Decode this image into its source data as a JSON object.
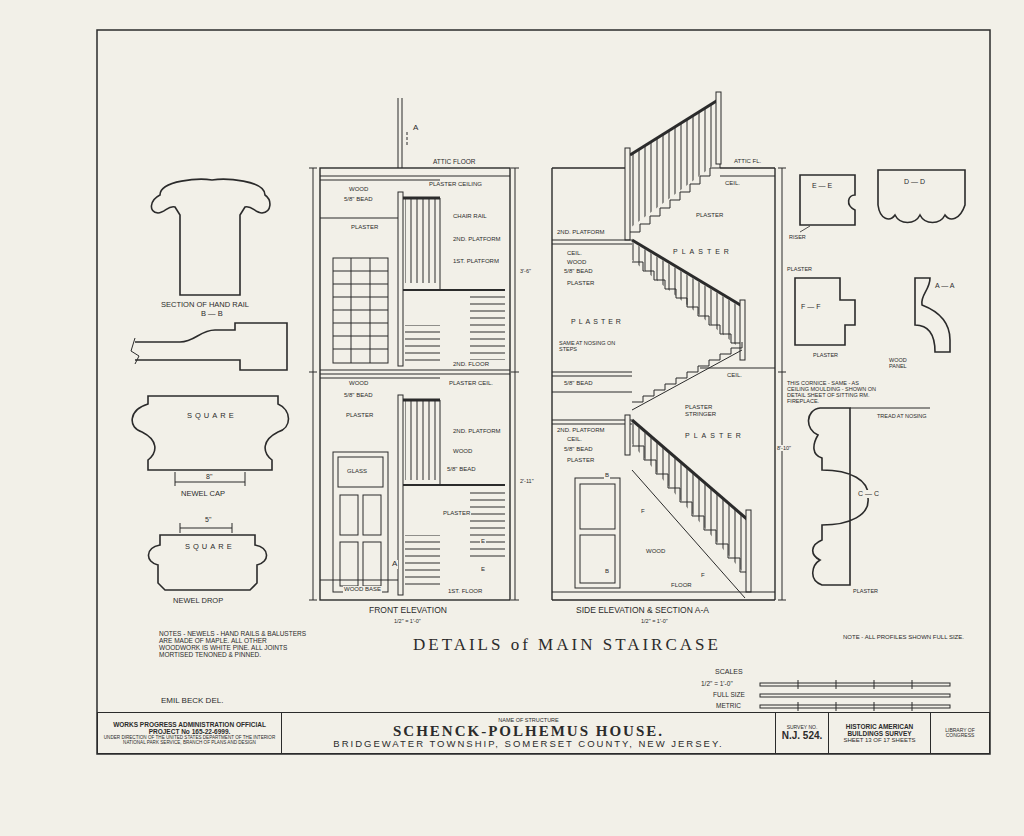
{
  "diagram": {
    "title": "DETAILS of MAIN STAIRCASE",
    "nodes": [
      {
        "text": [
          "WORKS PROGRESS ADMINISTRATION OFFICIAL PROJECT No 165-22-6999.",
          "UNDER DIRECTION OF THE UNITED STATES DEPARTMENT OF THE INTERIOR NATIONAL PARK SERVICE, BRANCH OF PLANS AND DESIGN"
        ]
      },
      {
        "text": [
          "NAME OF STRUCTURE",
          "SCHENCK-POLHEMUS HOUSE.",
          "BRIDGEWATER TOWNSHIP, SOMERSET COUNTY, NEW JERSEY."
        ]
      },
      {
        "text": [
          "SURVEY NO.",
          "N.J. 524."
        ]
      },
      {
        "text": [
          "HISTORIC AMERICAN BUILDINGS SURVEY",
          "SHEET 13 OF 17 SHEETS"
        ]
      },
      {
        "text": [
          "LIBRARY OF CONGRESS"
        ]
      }
    ],
    "labels": [
      "SECTION OF HAND RAIL",
      "B — B",
      "SQUARE",
      "8\"",
      "NEWEL CAP",
      "5\"",
      "SQUARE",
      "NEWEL DROP",
      "NOTES - NEWELS - HAND RAILS & BALUSTERS ARE MADE OF MAPLE. ALL OTHER WOODWORK IS WHITE PINE. ALL JOINTS MORTISED TENONED & PINNED.",
      "EMIL BECK DEL.",
      "A",
      "ATTIC FLOOR",
      "WOOD",
      "PLASTER CEILING",
      "5/8\" BEAD",
      "CHAIR RAIL",
      "PLASTER",
      "2ND. PLATFORM",
      "1ST. PLATFORM",
      "2ND. FLOOR",
      "WOOD",
      "PLASTER CEIL.",
      "5/8\" BEAD",
      "PLASTER",
      "2ND. PLATFORM",
      "GLASS",
      "WOOD",
      "5/8\" BEAD",
      "PLASTER",
      "E",
      "E",
      "WOOD BASE",
      "1ST. FLOOR",
      "A",
      "FRONT ELEVATION",
      "1/2\" = 1'-0\"",
      "ATTIC FL.",
      "CEIL.",
      "PLASTER",
      "2ND. PLATFORM",
      "CEIL.",
      "WOOD",
      "5/8\" BEAD",
      "PLASTER",
      "PLASTER",
      "PLASTER",
      "SAME AT NOSING ON STEPS",
      "5/8\" BEAD",
      "CEIL.",
      "2ND. PLATFORM",
      "CEIL.",
      "5/8\" BEAD",
      "PLASTER",
      "PLASTER STRINGER",
      "PLASTER",
      "B",
      "B",
      "F",
      "F",
      "WOOD",
      "FLOOR",
      "SIDE ELEVATION & SECTION A-A",
      "1/2\" = 1'-0\"",
      "THIS CORNICE - SAME - AS CEILING MOULDING - SHOWN ON DETAIL SHEET OF SITTING RM. FIREPLACE.",
      "E — E",
      "RISER",
      "D — D",
      "PLASTER",
      "F — F",
      "PLASTER",
      "A — A",
      "WOOD PANEL",
      "TREAD AT NOSING",
      "C — C",
      "PLASTER",
      "NOTE - ALL PROFILES SHOWN FULL SIZE.",
      "SCALES",
      "1/2\" = 1'-0\"",
      "FULL SIZE",
      "METRIC",
      "3'-6\"",
      "2'-11\"",
      "8'-10\""
    ]
  }
}
